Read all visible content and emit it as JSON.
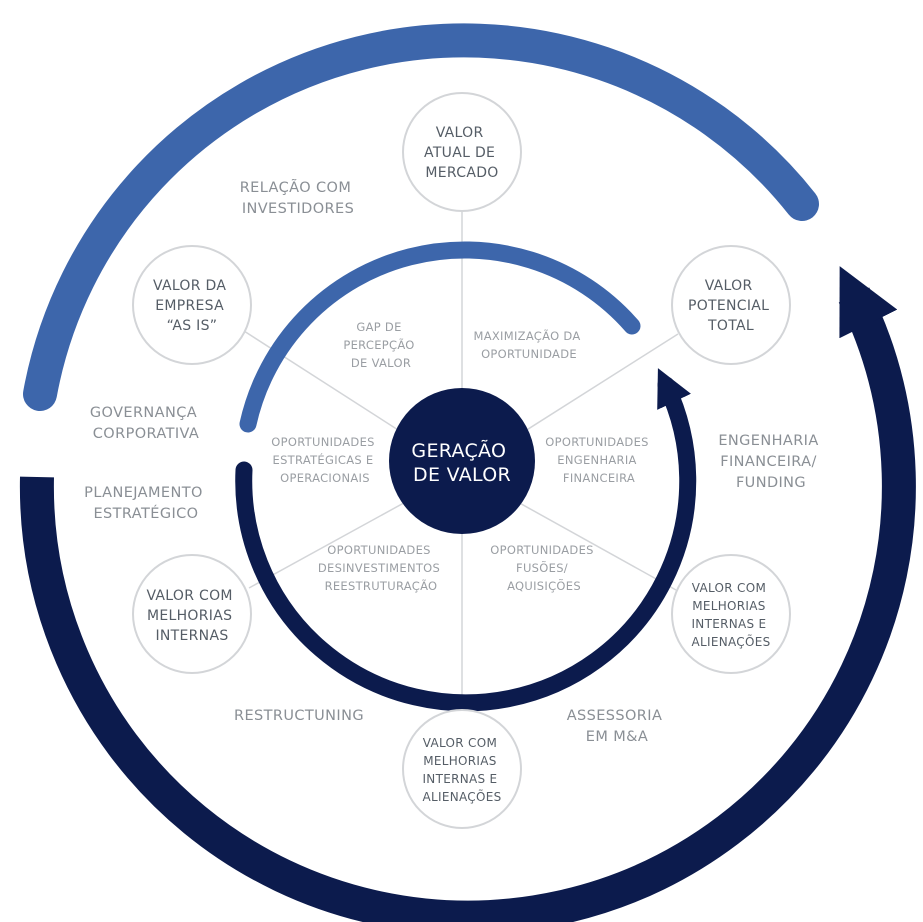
{
  "colors": {
    "light_blue": "#3d66ab",
    "navy": "#0c1b4d",
    "node_stroke": "#d3d5d8",
    "spoke": "#d3d5d8"
  },
  "hub": {
    "lines": [
      "GERAÇÃO",
      "DE VALOR"
    ]
  },
  "nodes": {
    "top": [
      "VALOR",
      "ATUAL DE",
      "MERCADO"
    ],
    "upper_left": [
      "VALOR DA",
      "EMPRESA",
      "“AS IS”"
    ],
    "upper_right": [
      "VALOR",
      "POTENCIAL",
      "TOTAL"
    ],
    "lower_left": [
      "VALOR COM",
      "MELHORIAS",
      "INTERNAS"
    ],
    "lower_right": [
      "VALOR COM",
      "MELHORIAS",
      "INTERNAS E",
      "ALIENAÇÕES"
    ],
    "bottom": [
      "VALOR COM",
      "MELHORIAS",
      "INTERNAS E",
      "ALIENAÇÕES"
    ]
  },
  "outer_labels": {
    "investor_relations": [
      "RELAÇÃO COM",
      "INVESTIDORES"
    ],
    "governance": [
      "GOVERNANÇA",
      "CORPORATIVA"
    ],
    "strategic_planning": [
      "PLANEJAMENTO",
      "ESTRATÉGICO"
    ],
    "restructuring": [
      "RESTRUCTUNING"
    ],
    "ma_advisory": [
      "ASSESSORIA",
      "EM M&A"
    ],
    "financial_engineering": [
      "ENGENHARIA",
      "FINANCEIRA/",
      "FUNDING"
    ]
  },
  "sectors": {
    "value_gap": [
      "GAP DE",
      "PERCEPÇÃO",
      "DE VALOR"
    ],
    "maximization": [
      "MAXIMIZAÇÃO DA",
      "OPORTUNIDADE"
    ],
    "strategic_ops": [
      "OPORTUNIDADES",
      "ESTRATÉGICAS E",
      "OPERACIONAIS"
    ],
    "fin_engineering": [
      "OPORTUNIDADES",
      "ENGENHARIA",
      "FINANCEIRA"
    ],
    "divestment": [
      "OPORTUNIDADES",
      "DESINVESTIMENTOS",
      "REESTRUTURAÇÃO"
    ],
    "mergers": [
      "OPORTUNIDADES",
      "FUSÕES/",
      "AQUISIÇÕES"
    ]
  }
}
